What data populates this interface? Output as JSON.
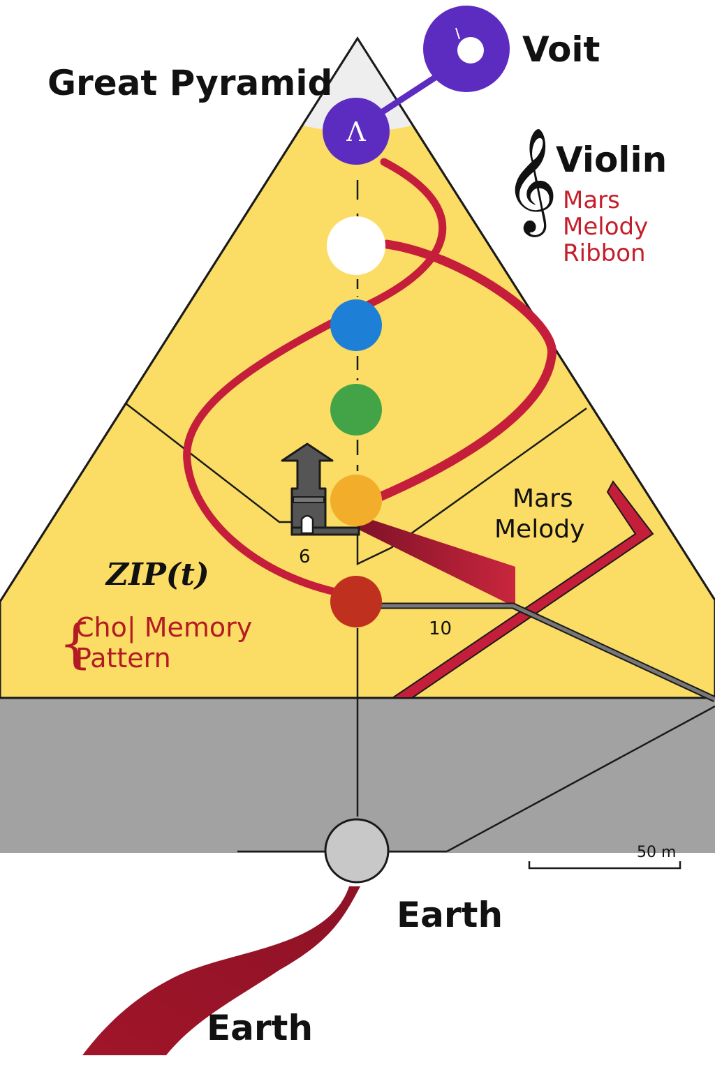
{
  "title": "Great Pyramid",
  "labels": {
    "voit": "Voit",
    "violin": "Violin",
    "mars_line1": "Mars",
    "mars_line2": "Melody",
    "mars_line3": "Ribbon",
    "mars_melody_line1": "Mars",
    "mars_melody_line2": "Melody",
    "zip": "ZIP(t)",
    "memory_line1": "Cho| Memory",
    "memory_line2": "Pattern",
    "chamber_number_1": "6",
    "chamber_number_2": "10",
    "earth_upper": "Earth",
    "earth_lower": "Earth",
    "scale": "50 m",
    "apex_glyph": "Λ"
  },
  "colors": {
    "pyramid_fill": "#fbdc64",
    "pyramid_cap": "#eeeeee",
    "ground": "#a2a2a2",
    "ribbon": "#c41e3a",
    "ribbon_dark": "#9b1530",
    "purple": "#5c2cc0",
    "white_node": "#ffffff",
    "blue_node": "#1e7fd6",
    "green_node": "#42a447",
    "orange_node": "#f2ae2a",
    "red_node": "#c0301f",
    "earth_node": "#c8c8c8",
    "tower": "#555555"
  },
  "nodes": [
    {
      "name": "apex-node",
      "color": "#5c2cc0"
    },
    {
      "name": "white-node",
      "color": "#ffffff"
    },
    {
      "name": "blue-node",
      "color": "#1e7fd6"
    },
    {
      "name": "green-node",
      "color": "#42a447"
    },
    {
      "name": "orange-node",
      "color": "#f2ae2a"
    },
    {
      "name": "red-node",
      "color": "#c0301f"
    }
  ],
  "icons": [
    "treble-clef-icon",
    "tower-icon"
  ]
}
